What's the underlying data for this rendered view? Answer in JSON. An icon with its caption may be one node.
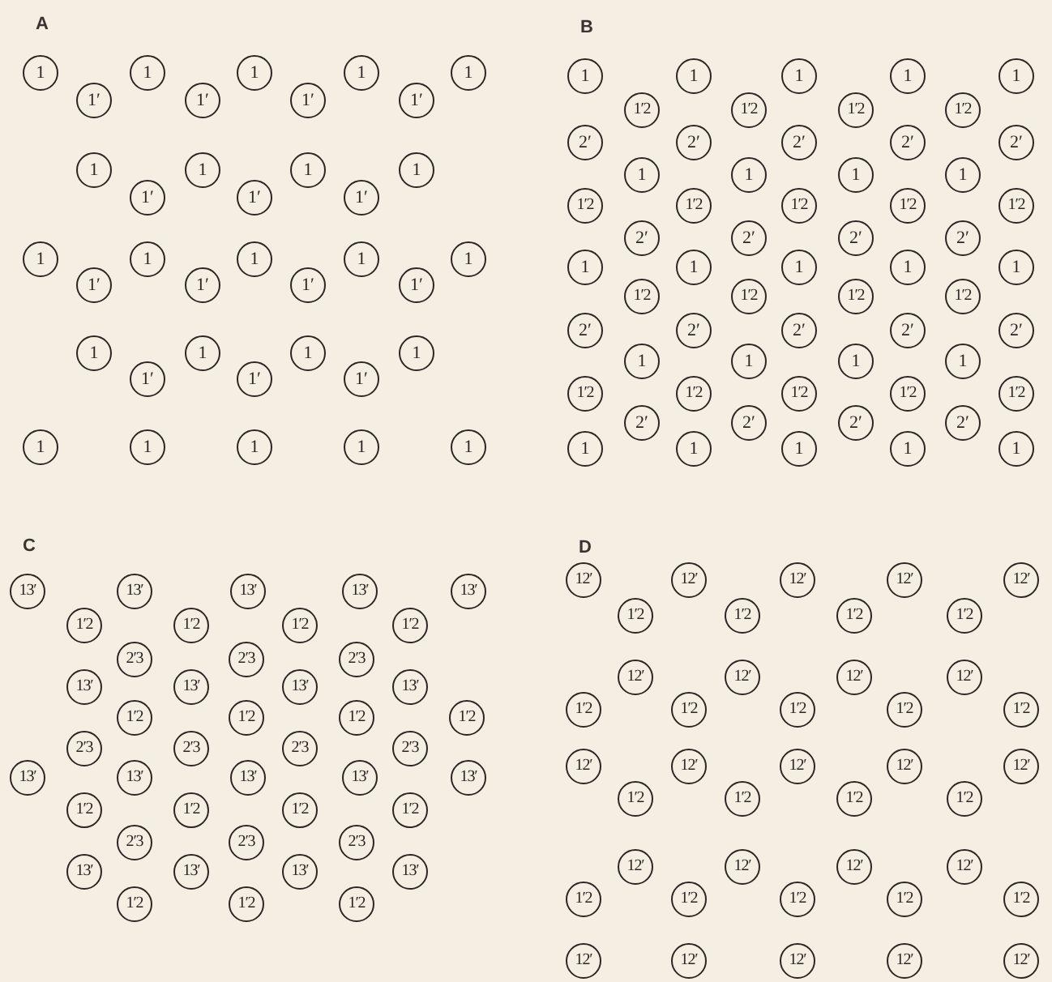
{
  "diagram": {
    "nodes": [
      {
        "text": [
          "1"
        ]
      },
      {
        "text": [
          "1"
        ]
      },
      {
        "text": [
          "1"
        ]
      },
      {
        "text": [
          "1"
        ]
      },
      {
        "text": [
          "1"
        ]
      },
      {
        "text": [
          "1′"
        ]
      },
      {
        "text": [
          "1′"
        ]
      },
      {
        "text": [
          "1′"
        ]
      },
      {
        "text": [
          "1′"
        ]
      },
      {
        "text": [
          "1"
        ]
      },
      {
        "text": [
          "1"
        ]
      },
      {
        "text": [
          "1"
        ]
      },
      {
        "text": [
          "1"
        ]
      },
      {
        "text": [
          "1′"
        ]
      },
      {
        "text": [
          "1′"
        ]
      },
      {
        "text": [
          "1′"
        ]
      },
      {
        "text": [
          "1"
        ]
      },
      {
        "text": [
          "1"
        ]
      },
      {
        "text": [
          "1"
        ]
      },
      {
        "text": [
          "1"
        ]
      },
      {
        "text": [
          "1"
        ]
      },
      {
        "text": [
          "1′"
        ]
      },
      {
        "text": [
          "1′"
        ]
      },
      {
        "text": [
          "1′"
        ]
      },
      {
        "text": [
          "1′"
        ]
      },
      {
        "text": [
          "1"
        ]
      },
      {
        "text": [
          "1"
        ]
      },
      {
        "text": [
          "1"
        ]
      },
      {
        "text": [
          "1"
        ]
      },
      {
        "text": [
          "1′"
        ]
      },
      {
        "text": [
          "1′"
        ]
      },
      {
        "text": [
          "1′"
        ]
      },
      {
        "text": [
          "1"
        ]
      },
      {
        "text": [
          "1"
        ]
      },
      {
        "text": [
          "1"
        ]
      },
      {
        "text": [
          "1"
        ]
      },
      {
        "text": [
          "1"
        ]
      },
      {
        "text": [
          "1"
        ]
      },
      {
        "text": [
          "1"
        ]
      },
      {
        "text": [
          "1"
        ]
      },
      {
        "text": [
          "1"
        ]
      },
      {
        "text": [
          "1"
        ]
      },
      {
        "text": [
          "1′2"
        ]
      },
      {
        "text": [
          "1′2"
        ]
      },
      {
        "text": [
          "1′2"
        ]
      },
      {
        "text": [
          "1′2"
        ]
      },
      {
        "text": [
          "2′"
        ]
      },
      {
        "text": [
          "2′"
        ]
      },
      {
        "text": [
          "2′"
        ]
      },
      {
        "text": [
          "2′"
        ]
      },
      {
        "text": [
          "2′"
        ]
      },
      {
        "text": [
          "1"
        ]
      },
      {
        "text": [
          "1"
        ]
      },
      {
        "text": [
          "1"
        ]
      },
      {
        "text": [
          "1"
        ]
      },
      {
        "text": [
          "1′2"
        ]
      },
      {
        "text": [
          "1′2"
        ]
      },
      {
        "text": [
          "1′2"
        ]
      },
      {
        "text": [
          "1′2"
        ]
      },
      {
        "text": [
          "1′2"
        ]
      },
      {
        "text": [
          "2′"
        ]
      },
      {
        "text": [
          "2′"
        ]
      },
      {
        "text": [
          "2′"
        ]
      },
      {
        "text": [
          "2′"
        ]
      },
      {
        "text": [
          "1"
        ]
      },
      {
        "text": [
          "1"
        ]
      },
      {
        "text": [
          "1"
        ]
      },
      {
        "text": [
          "1"
        ]
      },
      {
        "text": [
          "1"
        ]
      },
      {
        "text": [
          "1′2"
        ]
      },
      {
        "text": [
          "1′2"
        ]
      },
      {
        "text": [
          "1′2"
        ]
      },
      {
        "text": [
          "1′2"
        ]
      },
      {
        "text": [
          "2′"
        ]
      },
      {
        "text": [
          "2′"
        ]
      },
      {
        "text": [
          "2′"
        ]
      },
      {
        "text": [
          "2′"
        ]
      },
      {
        "text": [
          "2′"
        ]
      },
      {
        "text": [
          "1"
        ]
      },
      {
        "text": [
          "1"
        ]
      },
      {
        "text": [
          "1"
        ]
      },
      {
        "text": [
          "1"
        ]
      },
      {
        "text": [
          "1′2"
        ]
      },
      {
        "text": [
          "1′2"
        ]
      },
      {
        "text": [
          "1′2"
        ]
      },
      {
        "text": [
          "1′2"
        ]
      },
      {
        "text": [
          "1′2"
        ]
      },
      {
        "text": [
          "2′"
        ]
      },
      {
        "text": [
          "2′"
        ]
      },
      {
        "text": [
          "2′"
        ]
      },
      {
        "text": [
          "2′"
        ]
      },
      {
        "text": [
          "1"
        ]
      },
      {
        "text": [
          "1"
        ]
      },
      {
        "text": [
          "1"
        ]
      },
      {
        "text": [
          "1"
        ]
      },
      {
        "text": [
          "1"
        ]
      },
      {
        "text": [
          "13′"
        ]
      },
      {
        "text": [
          "13′"
        ]
      },
      {
        "text": [
          "13′"
        ]
      },
      {
        "text": [
          "13′"
        ]
      },
      {
        "text": [
          "13′"
        ]
      },
      {
        "text": [
          "1′2"
        ]
      },
      {
        "text": [
          "1′2"
        ]
      },
      {
        "text": [
          "1′2"
        ]
      },
      {
        "text": [
          "1′2"
        ]
      },
      {
        "text": [
          "2′3"
        ]
      },
      {
        "text": [
          "2′3"
        ]
      },
      {
        "text": [
          "2′3"
        ]
      },
      {
        "text": [
          "13′"
        ]
      },
      {
        "text": [
          "13′"
        ]
      },
      {
        "text": [
          "13′"
        ]
      },
      {
        "text": [
          "13′"
        ]
      },
      {
        "text": [
          "1′2"
        ]
      },
      {
        "text": [
          "1′2"
        ]
      },
      {
        "text": [
          "1′2"
        ]
      },
      {
        "text": [
          "1′2"
        ]
      },
      {
        "text": [
          "2′3"
        ]
      },
      {
        "text": [
          "2′3"
        ]
      },
      {
        "text": [
          "2′3"
        ]
      },
      {
        "text": [
          "2′3"
        ]
      },
      {
        "text": [
          "13′"
        ]
      },
      {
        "text": [
          "13′"
        ]
      },
      {
        "text": [
          "13′"
        ]
      },
      {
        "text": [
          "13′"
        ]
      },
      {
        "text": [
          "13′"
        ]
      },
      {
        "text": [
          "1′2"
        ]
      },
      {
        "text": [
          "1′2"
        ]
      },
      {
        "text": [
          "1′2"
        ]
      },
      {
        "text": [
          "1′2"
        ]
      },
      {
        "text": [
          "2′3"
        ]
      },
      {
        "text": [
          "2′3"
        ]
      },
      {
        "text": [
          "2′3"
        ]
      },
      {
        "text": [
          "13′"
        ]
      },
      {
        "text": [
          "13′"
        ]
      },
      {
        "text": [
          "13′"
        ]
      },
      {
        "text": [
          "13′"
        ]
      },
      {
        "text": [
          "1′2"
        ]
      },
      {
        "text": [
          "1′2"
        ]
      },
      {
        "text": [
          "1′2"
        ]
      },
      {
        "text": [
          "12′"
        ]
      },
      {
        "text": [
          "12′"
        ]
      },
      {
        "text": [
          "12′"
        ]
      },
      {
        "text": [
          "12′"
        ]
      },
      {
        "text": [
          "12′"
        ]
      },
      {
        "text": [
          "1′2"
        ]
      },
      {
        "text": [
          "1′2"
        ]
      },
      {
        "text": [
          "1′2"
        ]
      },
      {
        "text": [
          "1′2"
        ]
      },
      {
        "text": [
          "12′"
        ]
      },
      {
        "text": [
          "12′"
        ]
      },
      {
        "text": [
          "12′"
        ]
      },
      {
        "text": [
          "12′"
        ]
      },
      {
        "text": [
          "1′2"
        ]
      },
      {
        "text": [
          "1′2"
        ]
      },
      {
        "text": [
          "1′2"
        ]
      },
      {
        "text": [
          "1′2"
        ]
      },
      {
        "text": [
          "1′2"
        ]
      },
      {
        "text": [
          "12′"
        ]
      },
      {
        "text": [
          "12′"
        ]
      },
      {
        "text": [
          "12′"
        ]
      },
      {
        "text": [
          "12′"
        ]
      },
      {
        "text": [
          "12′"
        ]
      },
      {
        "text": [
          "1′2"
        ]
      },
      {
        "text": [
          "1′2"
        ]
      },
      {
        "text": [
          "1′2"
        ]
      },
      {
        "text": [
          "1′2"
        ]
      },
      {
        "text": [
          "12′"
        ]
      },
      {
        "text": [
          "12′"
        ]
      },
      {
        "text": [
          "12′"
        ]
      },
      {
        "text": [
          "12′"
        ]
      },
      {
        "text": [
          "1′2"
        ]
      },
      {
        "text": [
          "1′2"
        ]
      },
      {
        "text": [
          "1′2"
        ]
      },
      {
        "text": [
          "1′2"
        ]
      },
      {
        "text": [
          "1′2"
        ]
      },
      {
        "text": [
          "12′"
        ]
      },
      {
        "text": [
          "12′"
        ]
      },
      {
        "text": [
          "12′"
        ]
      },
      {
        "text": [
          "12′"
        ]
      },
      {
        "text": [
          "12′"
        ]
      }
    ],
    "labels": [
      "A",
      "B",
      "C",
      "D"
    ]
  }
}
